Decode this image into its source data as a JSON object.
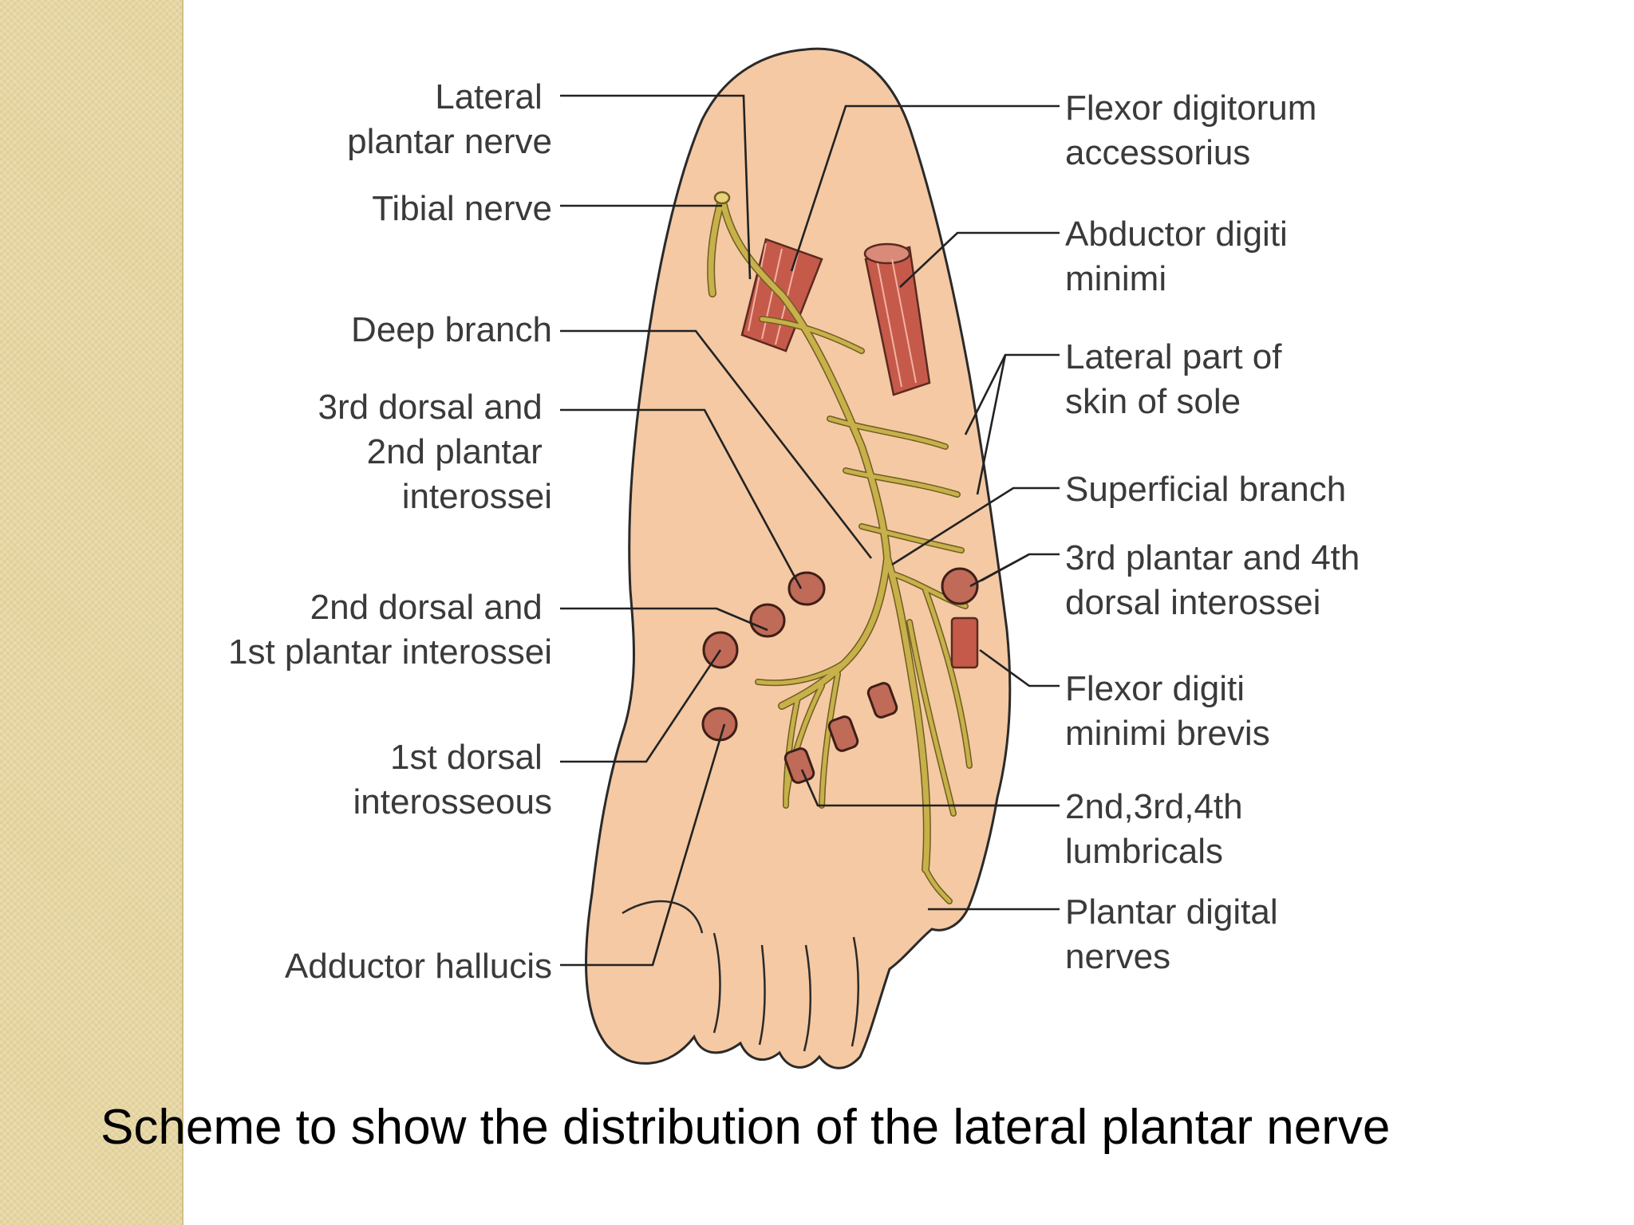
{
  "labels": {
    "lateral_plantar_nerve": [
      "Lateral",
      "plantar nerve"
    ],
    "tibial_nerve": [
      "Tibial nerve"
    ],
    "deep_branch": [
      "Deep branch"
    ],
    "third_dorsal_second_plantar": [
      "3rd dorsal and",
      "2nd plantar",
      "interossei"
    ],
    "second_dorsal_first_plantar": [
      "2nd dorsal and",
      "1st plantar interossei"
    ],
    "first_dorsal": [
      "1st dorsal",
      "interosseous"
    ],
    "adductor_hallucis": [
      "Adductor hallucis"
    ],
    "flexor_digitorum_accessorius": [
      "Flexor digitorum",
      "accessorius"
    ],
    "abductor_digiti_minimi": [
      "Abductor digiti",
      "minimi"
    ],
    "lateral_skin_sole": [
      "Lateral part of",
      "skin of sole"
    ],
    "superficial_branch": [
      "Superficial branch"
    ],
    "third_plantar_fourth_dorsal": [
      "3rd plantar and 4th",
      "dorsal interossei"
    ],
    "flexor_digiti_minimi_brevis": [
      "Flexor digiti",
      "minimi brevis"
    ],
    "lumbricals": [
      "2nd,3rd,4th",
      "lumbricals"
    ],
    "plantar_digital_nerves": [
      "Plantar digital",
      "nerves"
    ]
  },
  "caption": "Scheme to show the distribution of the lateral plantar nerve",
  "colors": {
    "skin": "#f4c9a3",
    "nerve": "#c8b04a",
    "muscle": "#c65a4a",
    "sidebar": "#e6d6a2"
  }
}
